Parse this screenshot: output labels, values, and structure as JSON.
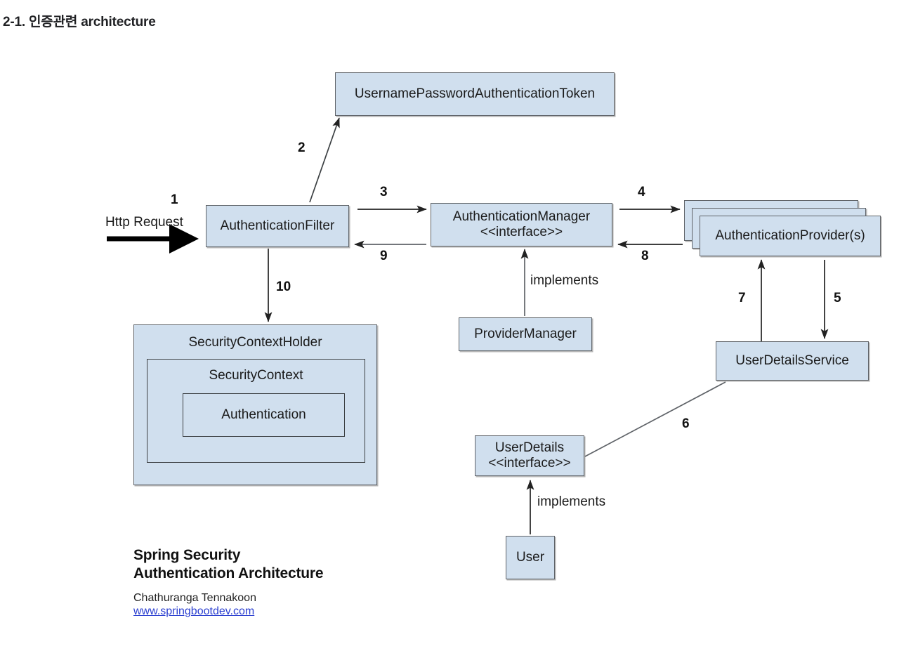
{
  "heading": "2-1. 인증관련 architecture",
  "theme": {
    "node_fill": "#d0dfee",
    "node_border": "#5f6368",
    "inner_border": "#3c4043",
    "link_color": "#2b3fd0",
    "text_color": "#1a1a1a",
    "page_background": "#ffffff"
  },
  "diagram": {
    "type": "architecture-flow",
    "nodes": {
      "token": "UsernamePasswordAuthenticationToken",
      "auth_filter": "AuthenticationFilter",
      "auth_manager": "AuthenticationManager\n<<interface>>",
      "auth_providers": "AuthenticationProvider(s)",
      "provider_manager": "ProviderManager",
      "user_details_service": "UserDetailsService",
      "user_details": "UserDetails\n<<interface>>",
      "user": "User",
      "security_context_holder": "SecurityContextHolder",
      "security_context": "SecurityContext",
      "authentication": "Authentication"
    },
    "edge_labels": {
      "step_1": "1",
      "step_2": "2",
      "step_3": "3",
      "step_4": "4",
      "step_5": "5",
      "step_6": "6",
      "step_7": "7",
      "step_8": "8",
      "step_9": "9",
      "step_10": "10",
      "http_request": "Http Request",
      "implements_provider_manager": "implements",
      "implements_user_details": "implements"
    },
    "flow_steps": [
      {
        "n": "1",
        "from": "Http Request",
        "to": "AuthenticationFilter",
        "direction": "right"
      },
      {
        "n": "2",
        "from": "AuthenticationFilter",
        "to": "UsernamePasswordAuthenticationToken",
        "direction": "up-right"
      },
      {
        "n": "3",
        "from": "AuthenticationFilter",
        "to": "AuthenticationManager",
        "direction": "right"
      },
      {
        "n": "4",
        "from": "AuthenticationManager",
        "to": "AuthenticationProvider(s)",
        "direction": "right"
      },
      {
        "n": "5",
        "from": "AuthenticationProvider(s)",
        "to": "UserDetailsService",
        "direction": "down"
      },
      {
        "n": "6",
        "from": "UserDetailsService",
        "to": "UserDetails",
        "direction": "association"
      },
      {
        "n": "7",
        "from": "UserDetailsService",
        "to": "AuthenticationProvider(s)",
        "direction": "up"
      },
      {
        "n": "8",
        "from": "AuthenticationProvider(s)",
        "to": "AuthenticationManager",
        "direction": "left"
      },
      {
        "n": "9",
        "from": "AuthenticationManager",
        "to": "AuthenticationFilter",
        "direction": "left"
      },
      {
        "n": "10",
        "from": "AuthenticationFilter",
        "to": "SecurityContextHolder",
        "direction": "down"
      }
    ]
  },
  "credit": {
    "title": "Spring Security\nAuthentication Architecture",
    "author": "Chathuranga Tennakoon",
    "link": "www.springbootdev.com"
  }
}
